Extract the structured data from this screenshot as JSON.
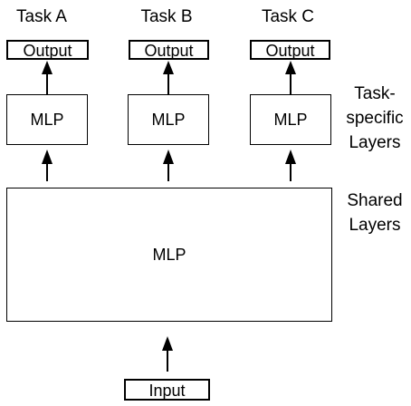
{
  "tasks": [
    {
      "title": "Task A",
      "output_label": "Output",
      "layer_label": "MLP"
    },
    {
      "title": "Task B",
      "output_label": "Output",
      "layer_label": "MLP"
    },
    {
      "title": "Task C",
      "output_label": "Output",
      "layer_label": "MLP"
    }
  ],
  "side_labels": {
    "task_specific": [
      "Task-",
      "specific",
      "Layers"
    ],
    "shared": [
      "Shared",
      "Layers"
    ]
  },
  "shared_block": {
    "label": "MLP"
  },
  "input_block": {
    "label": "Input"
  },
  "colors": {
    "stroke": "#000000",
    "background": "#ffffff"
  }
}
